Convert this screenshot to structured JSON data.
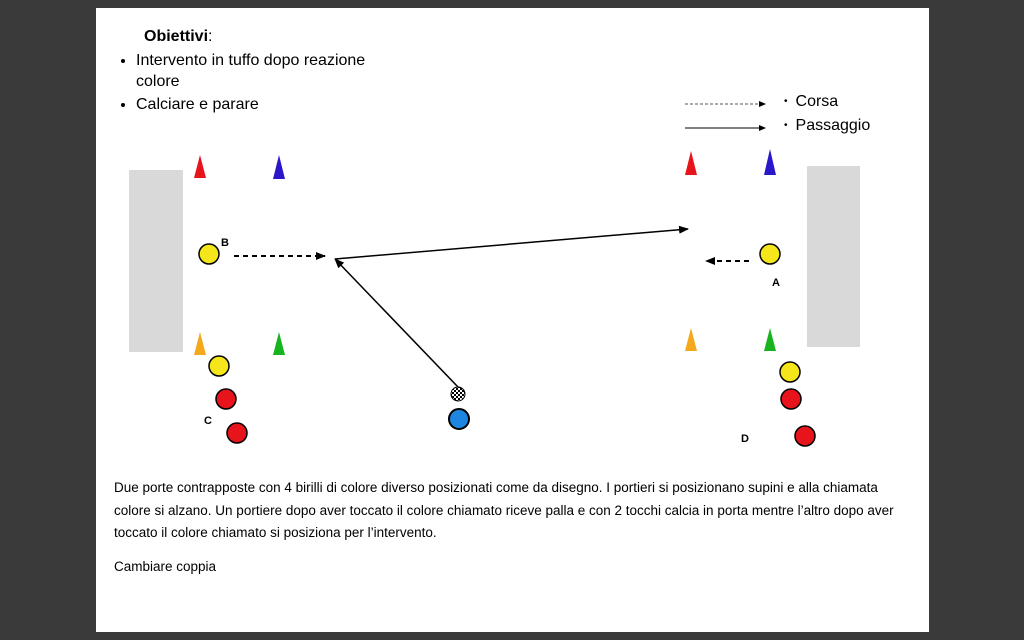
{
  "objectives": {
    "title": "Obiettivi",
    "items": [
      "Intervento in tuffo dopo reazione colore",
      "Calciare e parare"
    ]
  },
  "legend": {
    "run_label": "Corsa",
    "pass_label": "Passaggio"
  },
  "players": {
    "label_a": "A",
    "label_b": "B",
    "label_c": "C",
    "label_d": "D"
  },
  "description": "Due porte contrapposte con 4 birilli di colore diverso posizionati come da disegno. I portieri si posizionano supini e alla chiamata colore si alzano. Un portiere dopo aver toccato il colore chiamato riceve palla e con 2 tocchi calcia in porta mentre l’altro dopo aver toccato il colore chiamato si posiziona per l’intervento.",
  "footer_note": "Cambiare coppia",
  "colors": {
    "background": "#3a3a3a",
    "slide": "#ffffff",
    "goal": "#d9d9d9",
    "cone_red": "#e8141b",
    "cone_blue": "#2a17c9",
    "cone_orange": "#f4a81c",
    "cone_green": "#17b420",
    "player_yellow": "#f4e61b",
    "player_red": "#e8141b",
    "player_blue": "#1d86e0"
  }
}
